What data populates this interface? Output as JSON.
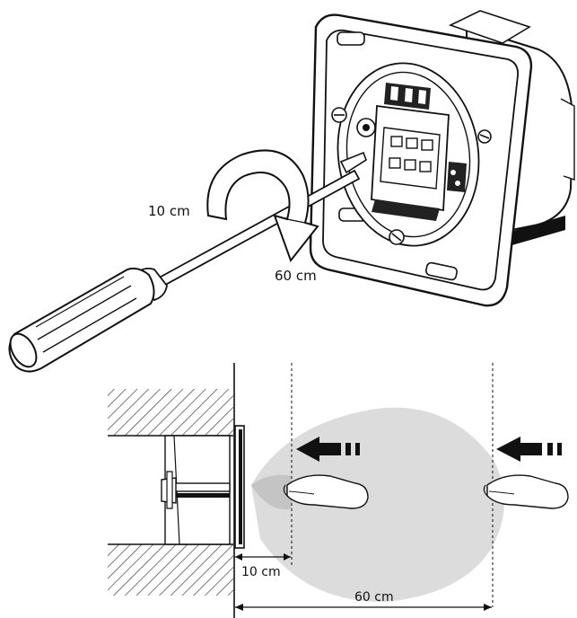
{
  "top_illustration": {
    "adjust_min_label": "10 cm",
    "adjust_max_label": "60 cm"
  },
  "side_view": {
    "near_distance_label": "10 cm",
    "far_distance_label": "60 cm"
  },
  "colors": {
    "detection_zone": "#dcdcdc",
    "line": "#111111",
    "hatch": "#333333"
  },
  "icons": {
    "tool": "screwdriver-icon",
    "rotation": "rotation-arrow-icon",
    "motion": "motion-arrow-icon",
    "hand": "hand-icon"
  }
}
